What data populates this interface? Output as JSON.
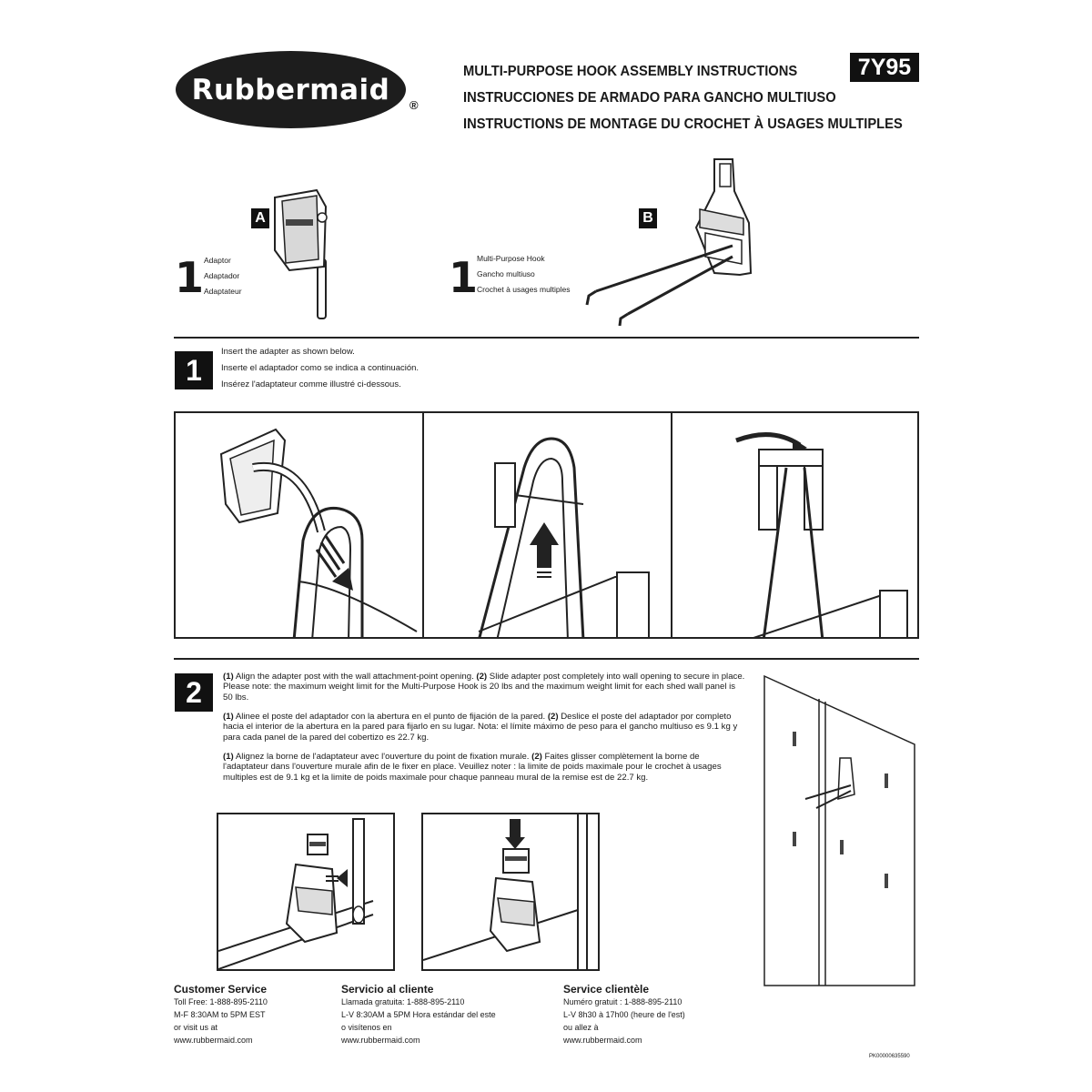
{
  "brand": {
    "logo_text": "Rubbermaid",
    "registered": "®"
  },
  "titles": {
    "en": "MULTI-PURPOSE HOOK ASSEMBLY INSTRUCTIONS",
    "es": "INSTRUCCIONES DE ARMADO PARA GANCHO MULTIUSO",
    "fr": "INSTRUCTIONS DE MONTAGE DU CROCHET À USAGES MULTIPLES"
  },
  "model": "7Y95",
  "parts": [
    {
      "letter": "A",
      "qty": "1",
      "names": [
        "Adaptor",
        "Adaptador",
        "Adaptateur"
      ],
      "icon": "adapter-icon"
    },
    {
      "letter": "B",
      "qty": "1",
      "names": [
        "Multi-Purpose Hook",
        "Gancho multiuso",
        "Crochet à usages multiples"
      ],
      "icon": "hook-icon"
    }
  ],
  "step1": {
    "number": "1",
    "lines": [
      "Insert the adapter as shown below.",
      "Inserte el adaptador como se indica a continuación.",
      "Insérez l'adaptateur comme illustré ci-dessous."
    ]
  },
  "step2": {
    "number": "2",
    "en_1": "(1)",
    "en_t1": " Align the adapter post with the wall attachment-point opening. ",
    "en_2": "(2)",
    "en_t2": " Slide adapter post completely into wall opening to secure in place. Please note: the maximum weight limit for the Multi-Purpose Hook is 20 lbs and the maximum weight limit for each shed wall panel is 50 lbs.",
    "es_1": "(1)",
    "es_t1": " Alinee el poste del adaptador con la abertura en el punto de fijación de la pared. ",
    "es_2": "(2)",
    "es_t2": " Deslice el poste del adaptador por completo hacia el interior de la abertura en la pared para fijarlo en su lugar. Nota: el límite máximo de peso para el gancho multiuso es 9.1 kg y para cada panel de la pared del cobertizo es 22.7 kg.",
    "fr_1": "(1)",
    "fr_t1": " Alignez la borne de l'adaptateur avec l'ouverture du point de fixation murale. ",
    "fr_2": "(2)",
    "fr_t2": " Faites glisser complètement la borne de l'adaptateur dans l'ouverture murale afin de le fixer en place. Veuillez noter : la limite de poids maximale pour le crochet à usages multiples est de 9.1 kg et la limite de poids maximale pour chaque panneau mural de la remise est de 22.7 kg."
  },
  "footer": [
    {
      "heading": "Customer Service",
      "text": "Toll Free: 1-888-895-2110\nM-F 8:30AM to 5PM EST\nor visit us at\nwww.rubbermaid.com"
    },
    {
      "heading": "Servicio al cliente",
      "text": "Llamada gratuita: 1-888-895-2110\nL-V 8:30AM a 5PM Hora estándar del este\no visítenos en\nwww.rubbermaid.com"
    },
    {
      "heading": "Service clientèle",
      "text": "Numéro gratuit : 1-888-895-2110\nL-V 8h30 à 17h00 (heure de l'est)\nou allez à\nwww.rubbermaid.com"
    }
  ],
  "doc_code": "PK00000635590",
  "colors": {
    "ink": "#1a1a1a",
    "panel_fill": "#ffffff",
    "badge": "#111111"
  }
}
